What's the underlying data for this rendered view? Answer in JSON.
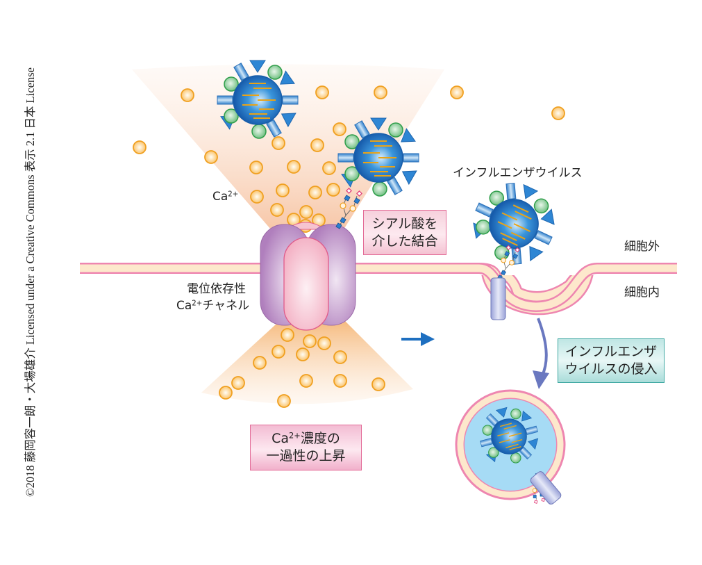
{
  "credit": "©2018 藤岡容一朗・大場雄介 Licensed under a Creative Commons 表示 2.1 日本 License",
  "labels": {
    "ca_ion": "Ca",
    "ca_sup": "2+",
    "virus": "インフルエンザウイルス",
    "extracellular": "細胞外",
    "intracellular": "細胞内",
    "channel_line1": "電位依存性",
    "channel_line2_prefix": "Ca",
    "channel_line2_sup": "2+",
    "channel_line2_suffix": "チャネル"
  },
  "boxes": {
    "sialic": {
      "line1": "シアル酸を",
      "line2": "介した結合"
    },
    "ca_rise": {
      "line1_prefix": "Ca",
      "line1_sup": "2+",
      "line1_suffix": "濃度の",
      "line2": "一過性の上昇"
    },
    "entry": {
      "line1": "インフルエンザ",
      "line2": "ウイルスの侵入"
    }
  },
  "colors": {
    "ion_fill": "#fbd08a",
    "ion_stroke": "#f0a020",
    "virus_body": "#1f78c8",
    "spike_blue": "#3a8fd6",
    "spike_green": "#58b870",
    "membrane_outer": "#ee86b0",
    "membrane_inner": "#fde8cc",
    "channel_purple": "#b58bc0",
    "channel_pink": "#f4b8c8",
    "arrow_blue": "#1e6fc0",
    "arrow_purple": "#6a78c0",
    "endosome_fill": "#a6dbf5",
    "receptor": "#b8bee6"
  },
  "icons": {
    "process_arrow": "right-arrow",
    "entry_arrow": "curved-down-arrow"
  }
}
